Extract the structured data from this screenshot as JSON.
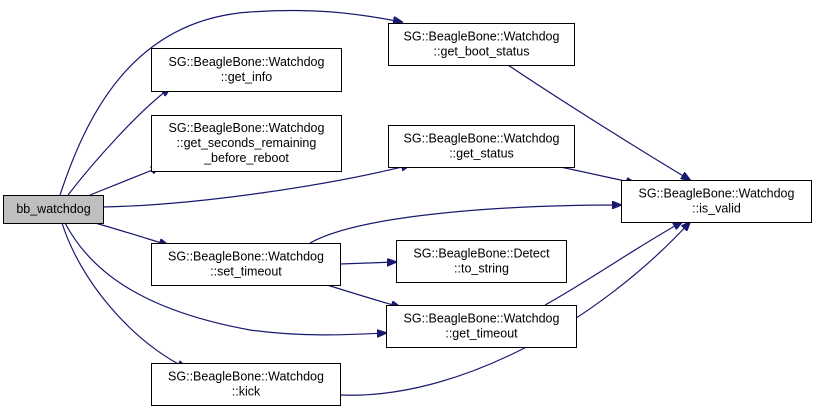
{
  "diagram": {
    "type": "call-graph",
    "colors": {
      "edge": "#191970",
      "root_fill": "#bfbfbf",
      "node_fill": "#ffffff",
      "node_border": "#000000"
    },
    "nodes": [
      {
        "id": "bb_watchdog",
        "lines": [
          "bb_watchdog"
        ],
        "root": true
      },
      {
        "id": "get_info",
        "lines": [
          "SG::BeagleBone::Watchdog",
          "::get_info"
        ]
      },
      {
        "id": "get_seconds",
        "lines": [
          "SG::BeagleBone::Watchdog",
          "::get_seconds_remaining",
          "_before_reboot"
        ]
      },
      {
        "id": "get_boot_status",
        "lines": [
          "SG::BeagleBone::Watchdog",
          "::get_boot_status"
        ]
      },
      {
        "id": "get_status",
        "lines": [
          "SG::BeagleBone::Watchdog",
          "::get_status"
        ]
      },
      {
        "id": "is_valid",
        "lines": [
          "SG::BeagleBone::Watchdog",
          "::is_valid"
        ]
      },
      {
        "id": "set_timeout",
        "lines": [
          "SG::BeagleBone::Watchdog",
          "::set_timeout"
        ]
      },
      {
        "id": "to_string",
        "lines": [
          "SG::BeagleBone::Detect",
          "::to_string"
        ]
      },
      {
        "id": "get_timeout",
        "lines": [
          "SG::BeagleBone::Watchdog",
          "::get_timeout"
        ]
      },
      {
        "id": "kick",
        "lines": [
          "SG::BeagleBone::Watchdog",
          "::kick"
        ]
      }
    ],
    "edges": [
      {
        "from": "bb_watchdog",
        "to": "get_boot_status"
      },
      {
        "from": "bb_watchdog",
        "to": "get_info"
      },
      {
        "from": "bb_watchdog",
        "to": "get_seconds"
      },
      {
        "from": "bb_watchdog",
        "to": "get_status"
      },
      {
        "from": "bb_watchdog",
        "to": "set_timeout"
      },
      {
        "from": "bb_watchdog",
        "to": "get_timeout"
      },
      {
        "from": "bb_watchdog",
        "to": "kick"
      },
      {
        "from": "get_boot_status",
        "to": "is_valid"
      },
      {
        "from": "get_status",
        "to": "is_valid"
      },
      {
        "from": "set_timeout",
        "to": "is_valid"
      },
      {
        "from": "set_timeout",
        "to": "to_string"
      },
      {
        "from": "set_timeout",
        "to": "get_timeout"
      },
      {
        "from": "get_timeout",
        "to": "is_valid"
      },
      {
        "from": "kick",
        "to": "is_valid"
      }
    ]
  }
}
